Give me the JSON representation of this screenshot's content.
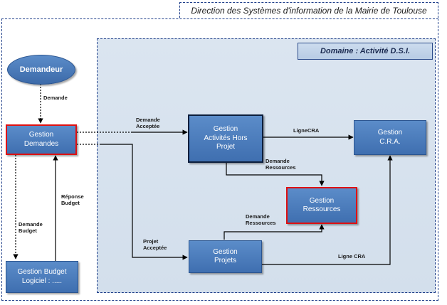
{
  "title": "Direction des Systèmes d'information de la Mairie de Toulouse",
  "domain_label": "Domaine : Activité D.S.I.",
  "nodes": {
    "demandeur": "Demandeur",
    "gestion_demandes": [
      "Gestion",
      "Demandes"
    ],
    "gestion_budget": [
      "Gestion Budget",
      "Logiciel : ....."
    ],
    "gestion_activites": [
      "Gestion",
      "Activités Hors",
      "Projet"
    ],
    "gestion_cra": [
      "Gestion",
      "C.R.A."
    ],
    "gestion_ressources": [
      "Gestion",
      "Ressources"
    ],
    "gestion_projets": [
      "Gestion",
      "Projets"
    ]
  },
  "edge_labels": {
    "demande": "Demande",
    "demande_acceptee": [
      "Demande",
      "Acceptée"
    ],
    "ligne_cra_1": "LigneCRA",
    "demande_ressources_1": [
      "Demande",
      "Ressources"
    ],
    "demande_ressources_2": [
      "Demande",
      "Ressources"
    ],
    "projet_acceptee": [
      "Projet",
      "Acceptée"
    ],
    "ligne_cra_2": "Ligne CRA",
    "reponse_budget": [
      "Réponse",
      "Budget"
    ],
    "demande_budget": [
      "Demande",
      "Budget"
    ]
  },
  "colors": {
    "node_fill": "#4f7fc0",
    "highlight_border": "#e01010",
    "frame": "#1f3f8a",
    "domain_bg": "#d6e1ee"
  }
}
